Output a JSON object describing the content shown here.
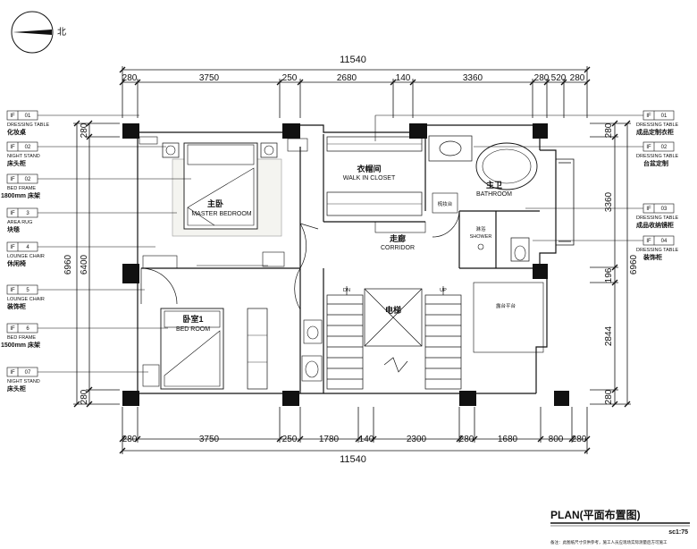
{
  "north": {
    "label": "北"
  },
  "dimensions": {
    "top_total": "11540",
    "top": [
      "280",
      "3750",
      "250",
      "2680",
      "140",
      "3360",
      "280",
      "520",
      "280"
    ],
    "bottom_total": "11540",
    "bottom": [
      "280",
      "3750",
      "250",
      "1780",
      "140",
      "2300",
      "280",
      "1680",
      "800",
      "280"
    ],
    "left_outer": "6960",
    "left_inner": [
      "280",
      "6400",
      "280"
    ],
    "right_outer": "6960",
    "right_inner": [
      "280",
      "3360",
      "196",
      "2844",
      "280"
    ]
  },
  "tags_left": [
    {
      "code": "IF",
      "num": "01",
      "caption": "DRESSING TABLE",
      "cn": "化妆桌"
    },
    {
      "code": "IF",
      "num": "02",
      "caption": "NIGHT STAND",
      "cn": "床头柜"
    },
    {
      "code": "IF",
      "num": "02",
      "caption": "BED FRAME",
      "cn": "1800mm 床架"
    },
    {
      "code": "IF",
      "num": "3",
      "caption": "AREA RUG",
      "cn": "块毯"
    },
    {
      "code": "IF",
      "num": "4",
      "caption": "LOUNGE CHAIR",
      "cn": "休闲椅"
    },
    {
      "code": "IF",
      "num": "5",
      "caption": "LOUNGE CHAIR",
      "cn": "装饰柜"
    },
    {
      "code": "IF",
      "num": "6",
      "caption": "BED FRAME",
      "cn": "1500mm 床架"
    },
    {
      "code": "IF",
      "num": "07",
      "caption": "NIGHT STAND",
      "cn": "床头柜"
    }
  ],
  "tags_right": [
    {
      "code": "IF",
      "num": "01",
      "caption": "DRESSING TABLE",
      "cn": "成品定制衣柜"
    },
    {
      "code": "IF",
      "num": "02",
      "caption": "DRESSING TABLE",
      "cn": "台盆定制"
    },
    {
      "code": "IF",
      "num": "03",
      "caption": "DRESSING TABLE",
      "cn": "成品收纳镜柜"
    },
    {
      "code": "IF",
      "num": "04",
      "caption": "DRESSING TABLE",
      "cn": "装饰柜"
    }
  ],
  "rooms": {
    "master_bedroom": {
      "cn": "主卧",
      "en": "MASTER BEDROOM"
    },
    "walk_in_closet": {
      "cn": "衣帽间",
      "en": "WALK IN CLOSET"
    },
    "bathroom": {
      "cn": "主卫",
      "en": "BATHROOM"
    },
    "shower": {
      "cn": "淋浴",
      "en": "SHOWER"
    },
    "corridor": {
      "cn": "走廊",
      "en": "CORRIDOR"
    },
    "bedroom1": {
      "cn": "卧室1",
      "en": "BED ROOM"
    },
    "elevator": {
      "cn": "电梯"
    },
    "dn": "DN",
    "up": "UP",
    "dressing": "梳妆台",
    "terrace": "露台平台"
  },
  "footer": {
    "title": "PLAN(平面布置图)",
    "scale": "sc1:75",
    "note": "备注：此图纸尺寸仅供参考，施工人员应现场实际测量后方可施工"
  }
}
